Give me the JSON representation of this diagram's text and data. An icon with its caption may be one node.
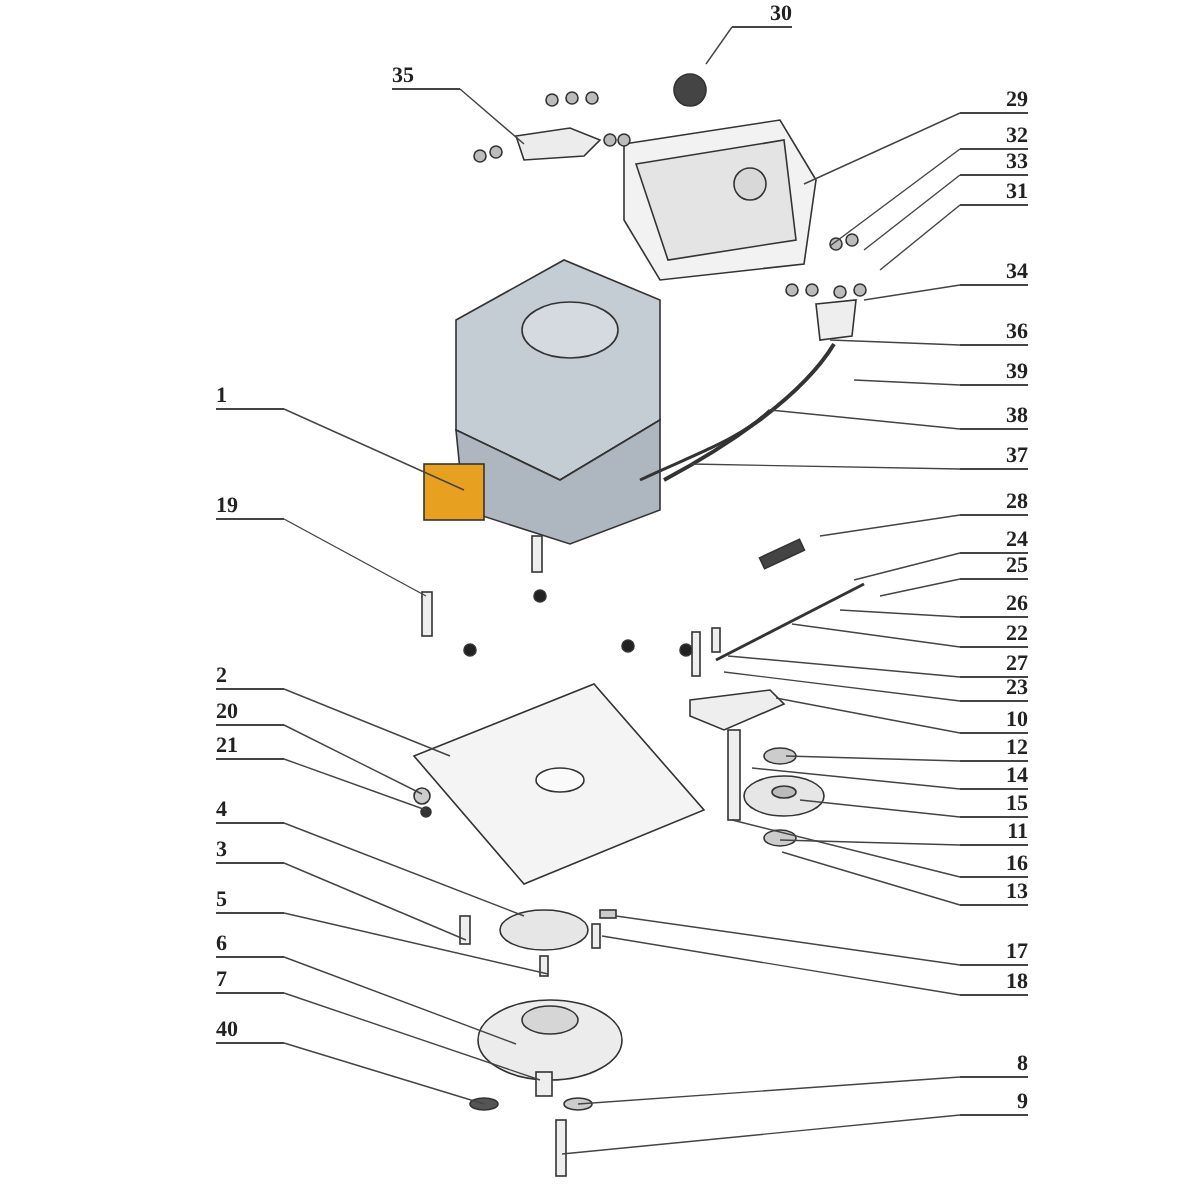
{
  "diagram": {
    "nodes": [
      {
        "text": [
          "30"
        ]
      },
      {
        "text": [
          "35"
        ]
      },
      {
        "text": [
          "29"
        ]
      },
      {
        "text": [
          "32"
        ]
      },
      {
        "text": [
          "33"
        ]
      },
      {
        "text": [
          "31"
        ]
      },
      {
        "text": [
          "34"
        ]
      },
      {
        "text": [
          "36"
        ]
      },
      {
        "text": [
          "39"
        ]
      },
      {
        "text": [
          "1"
        ]
      },
      {
        "text": [
          "38"
        ]
      },
      {
        "text": [
          "37"
        ]
      },
      {
        "text": [
          "19"
        ]
      },
      {
        "text": [
          "28"
        ]
      },
      {
        "text": [
          "24"
        ]
      },
      {
        "text": [
          "25"
        ]
      },
      {
        "text": [
          "26"
        ]
      },
      {
        "text": [
          "22"
        ]
      },
      {
        "text": [
          "27"
        ]
      },
      {
        "text": [
          "23"
        ]
      },
      {
        "text": [
          "2"
        ]
      },
      {
        "text": [
          "10"
        ]
      },
      {
        "text": [
          "20"
        ]
      },
      {
        "text": [
          "21"
        ]
      },
      {
        "text": [
          "12"
        ]
      },
      {
        "text": [
          "14"
        ]
      },
      {
        "text": [
          "15"
        ]
      },
      {
        "text": [
          "4"
        ]
      },
      {
        "text": [
          "11"
        ]
      },
      {
        "text": [
          "16"
        ]
      },
      {
        "text": [
          "3"
        ]
      },
      {
        "text": [
          "13"
        ]
      },
      {
        "text": [
          "5"
        ]
      },
      {
        "text": [
          "6"
        ]
      },
      {
        "text": [
          "17"
        ]
      },
      {
        "text": [
          "7"
        ]
      },
      {
        "text": [
          "18"
        ]
      },
      {
        "text": [
          "40"
        ]
      },
      {
        "text": [
          "8"
        ]
      },
      {
        "text": [
          "9"
        ]
      }
    ],
    "edges": [
      {
        "from": 0,
        "to": null,
        "arrow": "none"
      },
      {
        "from": 1,
        "to": null,
        "arrow": "none"
      },
      {
        "from": 2,
        "to": null,
        "arrow": "none"
      },
      {
        "from": 3,
        "to": null,
        "arrow": "none"
      },
      {
        "from": 4,
        "to": null,
        "arrow": "none"
      },
      {
        "from": 5,
        "to": null,
        "arrow": "none"
      },
      {
        "from": 6,
        "to": null,
        "arrow": "none"
      },
      {
        "from": 7,
        "to": null,
        "arrow": "none"
      },
      {
        "from": 8,
        "to": null,
        "arrow": "none"
      },
      {
        "from": 9,
        "to": null,
        "arrow": "none"
      },
      {
        "from": 10,
        "to": null,
        "arrow": "none"
      },
      {
        "from": 11,
        "to": null,
        "arrow": "none"
      },
      {
        "from": 12,
        "to": null,
        "arrow": "none"
      },
      {
        "from": 13,
        "to": null,
        "arrow": "none"
      },
      {
        "from": 14,
        "to": null,
        "arrow": "none"
      },
      {
        "from": 15,
        "to": null,
        "arrow": "none"
      },
      {
        "from": 16,
        "to": null,
        "arrow": "none"
      },
      {
        "from": 17,
        "to": null,
        "arrow": "none"
      },
      {
        "from": 18,
        "to": null,
        "arrow": "none"
      },
      {
        "from": 19,
        "to": null,
        "arrow": "none"
      },
      {
        "from": 20,
        "to": null,
        "arrow": "none"
      },
      {
        "from": 21,
        "to": null,
        "arrow": "none"
      },
      {
        "from": 22,
        "to": null,
        "arrow": "none"
      },
      {
        "from": 23,
        "to": null,
        "arrow": "none"
      },
      {
        "from": 24,
        "to": null,
        "arrow": "none"
      },
      {
        "from": 25,
        "to": null,
        "arrow": "none"
      },
      {
        "from": 26,
        "to": null,
        "arrow": "none"
      },
      {
        "from": 27,
        "to": null,
        "arrow": "none"
      },
      {
        "from": 28,
        "to": null,
        "arrow": "none"
      },
      {
        "from": 29,
        "to": null,
        "arrow": "none"
      },
      {
        "from": 30,
        "to": null,
        "arrow": "none"
      },
      {
        "from": 31,
        "to": null,
        "arrow": "none"
      },
      {
        "from": 32,
        "to": null,
        "arrow": "none"
      },
      {
        "from": 33,
        "to": null,
        "arrow": "none"
      },
      {
        "from": 34,
        "to": null,
        "arrow": "none"
      },
      {
        "from": 35,
        "to": null,
        "arrow": "none"
      },
      {
        "from": 36,
        "to": null,
        "arrow": "none"
      },
      {
        "from": 37,
        "to": null,
        "arrow": "none"
      },
      {
        "from": 38,
        "to": null,
        "arrow": "none"
      },
      {
        "from": 39,
        "to": null,
        "arrow": "none"
      }
    ]
  }
}
